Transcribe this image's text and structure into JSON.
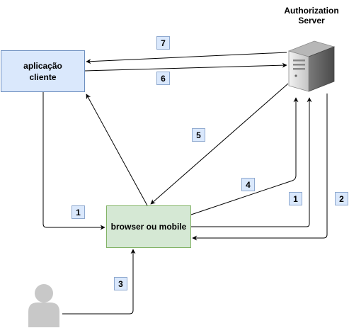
{
  "nodes": {
    "client": {
      "line1": "aplicação",
      "line2": "cliente"
    },
    "browser": {
      "label": "browser ou mobile"
    },
    "server": {
      "line1": "Authorization",
      "line2": "Server"
    },
    "user": {
      "icon": "user-icon"
    },
    "server_icon": "server-tower-icon"
  },
  "steps": {
    "s7": "7",
    "s6": "6",
    "s5": "5",
    "s4": "4",
    "s1a": "1",
    "s1b": "1",
    "s2": "2",
    "s3": "3"
  },
  "colors": {
    "client_fill": "#dae8fc",
    "client_stroke": "#6c8ebf",
    "browser_fill": "#d5e8d4",
    "browser_stroke": "#82b366",
    "step_fill": "#dae8fc",
    "user_fill": "#c8c8c8",
    "edge": "#000000"
  }
}
